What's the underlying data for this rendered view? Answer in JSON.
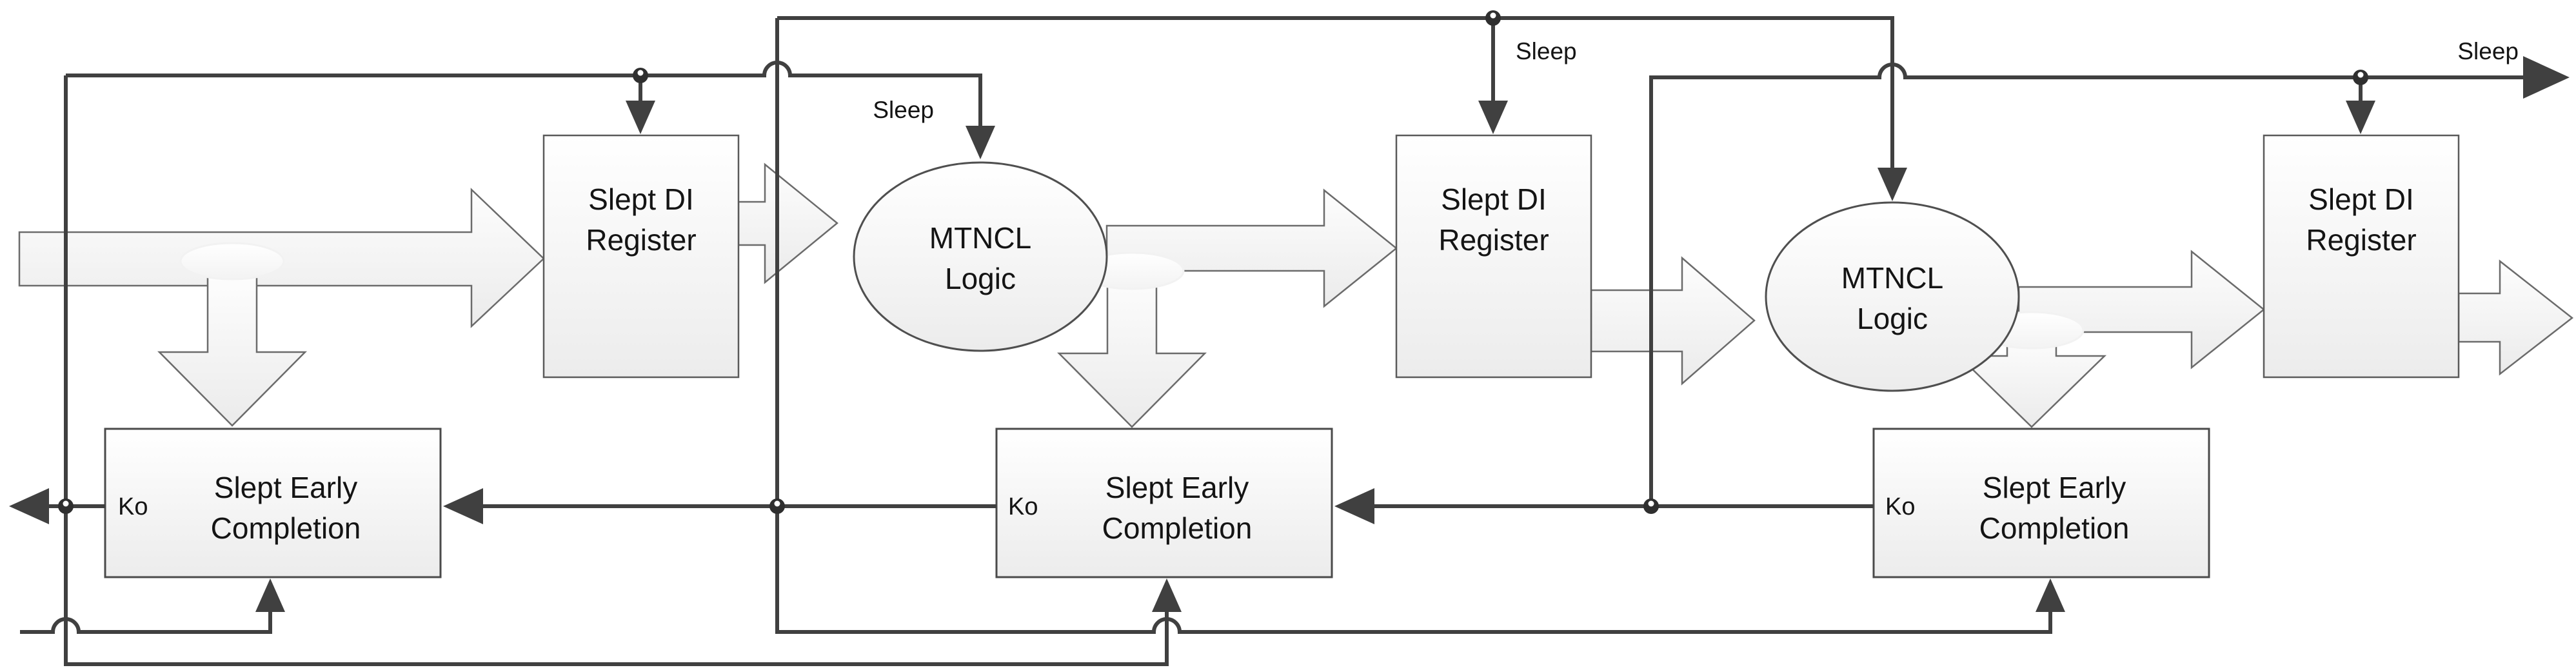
{
  "diagram": {
    "type": "block-diagram",
    "subject": "MTNCL slept early-completion pipeline (3 register stages, 2 logic stages)",
    "colors": {
      "background": "#ffffff",
      "wire": "#404040",
      "box_border": "#4a4a4a",
      "shape_fill_top": "#ffffff",
      "shape_fill_bottom": "#ececec",
      "text": "#141414"
    }
  },
  "blocks": {
    "registers": [
      {
        "lines": [
          "Slept DI",
          "Register"
        ]
      },
      {
        "lines": [
          "Slept DI",
          "Register"
        ]
      },
      {
        "lines": [
          "Slept DI",
          "Register"
        ]
      }
    ],
    "logic": [
      {
        "lines": [
          "MTNCL",
          "Logic"
        ]
      },
      {
        "lines": [
          "MTNCL",
          "Logic"
        ]
      }
    ],
    "completion": [
      {
        "lines": [
          "Slept Early",
          "Completion"
        ],
        "port_label": "Ko"
      },
      {
        "lines": [
          "Slept Early",
          "Completion"
        ],
        "port_label": "Ko"
      },
      {
        "lines": [
          "Slept Early",
          "Completion"
        ],
        "port_label": "Ko"
      }
    ]
  },
  "signals": {
    "sleep_labels": [
      "Sleep",
      "Sleep",
      "Sleep"
    ]
  }
}
